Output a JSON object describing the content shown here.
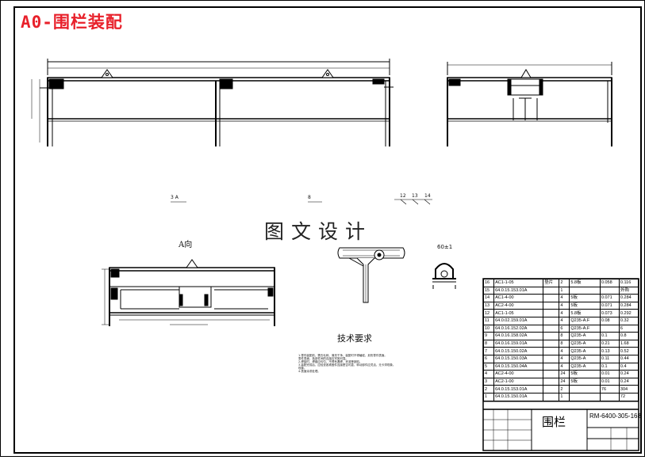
{
  "title": "A0-围栏装配",
  "watermark": "图文设计",
  "views": {
    "a_view_label": "A向",
    "section_label_3": "3 A",
    "section_label_8": "8",
    "callouts": [
      "12",
      "13",
      "14"
    ],
    "detail_dim": "60±1"
  },
  "tech_requirements": {
    "title": "技术要求",
    "notes": [
      "1.零件装配前，需去毛刺、清洗干净，装配时不得磕碰、划伤零件表面。",
      "  零件表面，各部件间的连接应牢固可靠。",
      "2.焊接时，焊缝应均匀，不得有漏焊、夹渣等缺陷。",
      "3.装配完成后，应检查各紧固件连接是否可靠，转动部件应灵活，无卡滞现象。",
      "  现象。",
      "4.表面涂漆处理。"
    ]
  },
  "bom": {
    "rows": [
      [
        "16",
        "AC1-1-05",
        "垫片",
        "2",
        "5.8板",
        "0.058",
        "0.116"
      ],
      [
        "15",
        "64.0.15.153.01A",
        "",
        "1",
        "",
        "",
        "外购"
      ],
      [
        "14",
        "AC1-4-00",
        "",
        "4",
        "5板",
        "0.071",
        "0.284"
      ],
      [
        "13",
        "AC2-4-00",
        "",
        "4",
        "5板",
        "0.071",
        "0.284"
      ],
      [
        "12",
        "AC1-1-05",
        "",
        "4",
        "5.8板",
        "0.073",
        "0.292"
      ],
      [
        "11",
        "64.0.02.159.01A",
        "",
        "4",
        "Q235-A.F",
        "0.08",
        "0.32"
      ],
      [
        "10",
        "64.0.16.152.02A",
        "",
        "6",
        "Q235-A.F",
        "",
        "6"
      ],
      [
        "9",
        "64.0.16.158.02A",
        "",
        "8",
        "Q235-A",
        "0.1",
        "0.8"
      ],
      [
        "8",
        "64.0.16.159.01A",
        "",
        "8",
        "Q235-A",
        "0.21",
        "1.68"
      ],
      [
        "7",
        "64.0.15.150.02A",
        "",
        "4",
        "Q235-A",
        "0.13",
        "0.52"
      ],
      [
        "6",
        "64.0.15.150.03A",
        "",
        "4",
        "Q235-A",
        "0.11",
        "0.44"
      ],
      [
        "5",
        "64.0.15.150.04A",
        "",
        "4",
        "Q235-A",
        "0.1",
        "0.4"
      ],
      [
        "4",
        "AC2-4-00",
        "",
        "24",
        "5板",
        "0.01",
        "0.24"
      ],
      [
        "3",
        "AC2-1-00",
        "",
        "24",
        "5板",
        "0.01",
        "0.24"
      ],
      [
        "2",
        "64.0.15.153.01A",
        "",
        "2",
        "",
        "76",
        "304"
      ],
      [
        "1",
        "64.0.15.150.01A",
        "",
        "1",
        "",
        "",
        "72"
      ]
    ]
  },
  "title_block": {
    "name": "围栏",
    "drawing_code": "RM-6400-305-168"
  }
}
